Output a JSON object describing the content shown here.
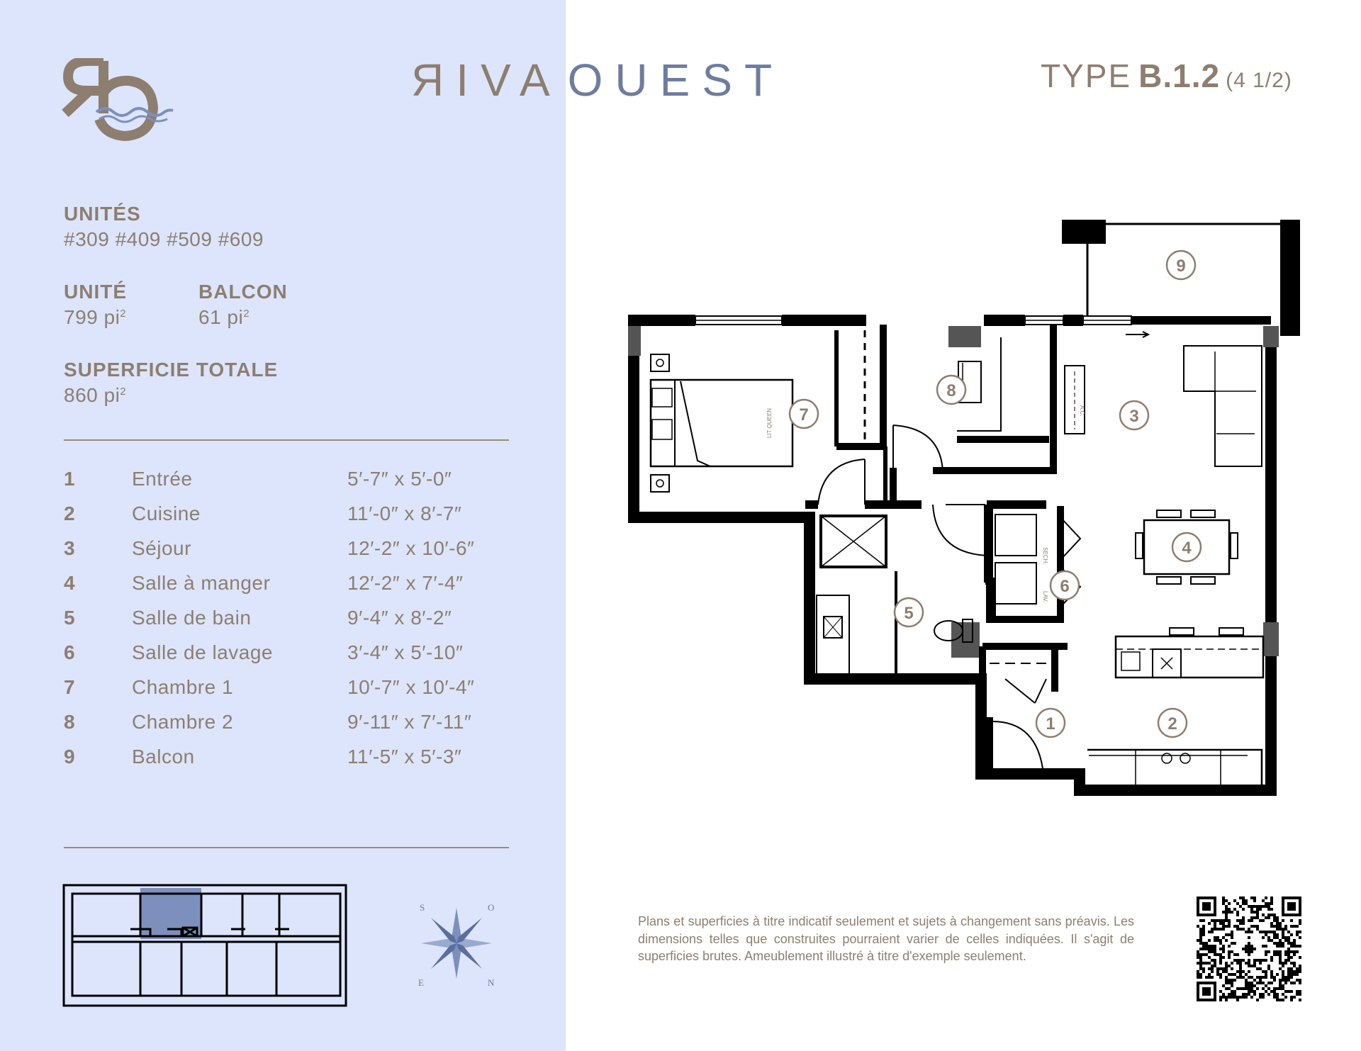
{
  "brand": {
    "part1": "ЯIVA",
    "part2": "OUEST",
    "colors": {
      "riva": "#8e7e70",
      "ouest": "#6d7d9e"
    }
  },
  "type": {
    "prefix": "TYPE",
    "code": "B.1.2",
    "rooms": "(4 1/2)"
  },
  "units": {
    "label": "UNITÉS",
    "value": "#309 #409 #509 #609"
  },
  "unit_area": {
    "label": "UNITÉ",
    "value": "799 pi",
    "unit_sup": "2"
  },
  "balcony_area": {
    "label": "BALCON",
    "value": "61 pi",
    "unit_sup": "2"
  },
  "total_area": {
    "label": "SUPERFICIE TOTALE",
    "value": "860 pi",
    "unit_sup": "2"
  },
  "rooms": [
    {
      "num": "1",
      "name": "Entrée",
      "dims": "5′-7″ x 5′-0″"
    },
    {
      "num": "2",
      "name": "Cuisine",
      "dims": "11′-0″ x 8′-7″"
    },
    {
      "num": "3",
      "name": "Séjour",
      "dims": "12′-2″ x 10′-6″"
    },
    {
      "num": "4",
      "name": "Salle à manger",
      "dims": "12′-2″ x 7′-4″"
    },
    {
      "num": "5",
      "name": "Salle de bain",
      "dims": "9′-4″ x 8′-2″"
    },
    {
      "num": "6",
      "name": "Salle de lavage",
      "dims": "3′-4″ x 5′-10″"
    },
    {
      "num": "7",
      "name": "Chambre 1",
      "dims": "10′-7″ x 10′-4″"
    },
    {
      "num": "8",
      "name": "Chambre 2",
      "dims": "9′-11″ x 7′-11″"
    },
    {
      "num": "9",
      "name": "Balcon",
      "dims": "11′-5″ x 5′-3″"
    }
  ],
  "plan_labels": {
    "lit_queen": "LIT QUEEN",
    "ac": "A.C.",
    "sech": "SECH.",
    "lav": "LAV."
  },
  "compass": {
    "s": "S",
    "o": "O",
    "e": "E",
    "n": "N"
  },
  "disclaimer": "Plans et superficies à titre indicatif seulement et sujets à changement sans préavis. Les dimensions telles que construites pourraient varier de celles indiquées. Il s'agit de superficies brutes. Ameublement illustré à titre d'exemple seulement.",
  "colors": {
    "sidebar": "#dce5fb",
    "text": "#8e7e70",
    "highlight": "#7d8fbd",
    "wall": "#000000"
  }
}
